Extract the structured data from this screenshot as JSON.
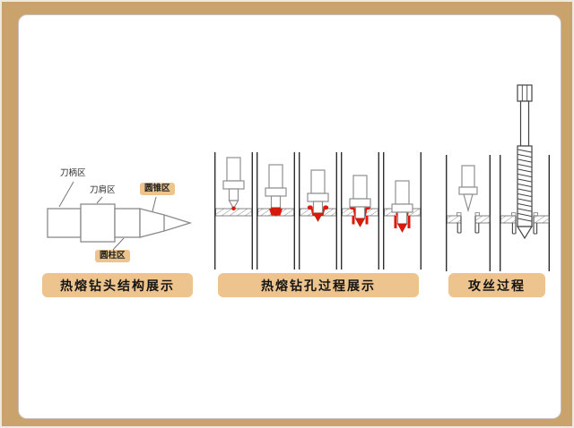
{
  "colors": {
    "page_background": "#c9a26c",
    "card_background": "#ffffff",
    "caption_background": "#eec48e",
    "molten_red": "#e0170b",
    "diagram_line": "#4a4a4a"
  },
  "structure_section": {
    "caption": "热熔钻头结构展示",
    "labels": {
      "shank": "刀柄区",
      "shoulder": "刀肩区",
      "cone": "圆锥区",
      "cylinder": "圆柱区"
    }
  },
  "process_section": {
    "caption": "热熔钻孔过程展示"
  },
  "tapping_section": {
    "caption": "攻丝过程"
  }
}
